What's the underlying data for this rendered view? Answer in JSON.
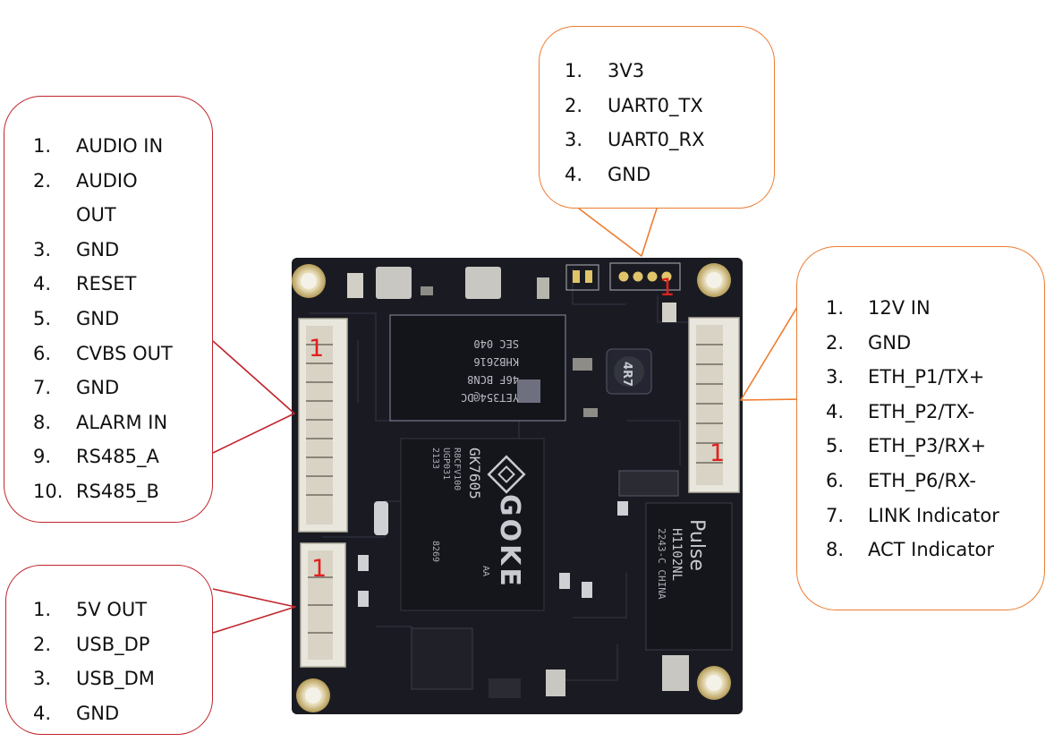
{
  "colors": {
    "left_callout_border": "#c0262c",
    "right_callout_border": "#ed7d31",
    "pin1_marker": "#e0201f",
    "pcb": "#1a1b22"
  },
  "callouts": {
    "sensor_connector": {
      "pins": [
        {
          "num": "1.",
          "label": "AUDIO IN"
        },
        {
          "num": "2.",
          "label": "AUDIO OUT"
        },
        {
          "num": "3.",
          "label": "GND"
        },
        {
          "num": "4.",
          "label": "RESET"
        },
        {
          "num": "5.",
          "label": "GND"
        },
        {
          "num": "6.",
          "label": "CVBS OUT"
        },
        {
          "num": "7.",
          "label": "GND"
        },
        {
          "num": "8.",
          "label": "ALARM IN"
        },
        {
          "num": "9.",
          "label": "RS485_A"
        },
        {
          "num": "10.",
          "label": "RS485_B"
        }
      ]
    },
    "usb_connector": {
      "pins": [
        {
          "num": "1.",
          "label": "5V OUT"
        },
        {
          "num": "2.",
          "label": "USB_DP"
        },
        {
          "num": "3.",
          "label": "USB_DM"
        },
        {
          "num": "4.",
          "label": "GND"
        }
      ]
    },
    "uart_connector": {
      "pins": [
        {
          "num": "1.",
          "label": "3V3"
        },
        {
          "num": "2.",
          "label": "UART0_TX"
        },
        {
          "num": "3.",
          "label": "UART0_RX"
        },
        {
          "num": "4.",
          "label": "GND"
        }
      ]
    },
    "power_eth_connector": {
      "pins": [
        {
          "num": "1.",
          "label": "12V IN"
        },
        {
          "num": "2.",
          "label": "GND"
        },
        {
          "num": "3.",
          "label": "ETH_P1/TX+"
        },
        {
          "num": "4.",
          "label": "ETH_P2/TX-"
        },
        {
          "num": "5.",
          "label": "ETH_P3/RX+"
        },
        {
          "num": "6.",
          "label": "ETH_P6/RX-"
        },
        {
          "num": "7.",
          "label": "LINK Indicator"
        },
        {
          "num": "8.",
          "label": "ACT Indicator"
        }
      ]
    }
  },
  "board": {
    "pin1_markers": [
      "1",
      "1",
      "1",
      "1"
    ],
    "chips": {
      "memory": {
        "lines": [
          "YET354@DC",
          "46F BCN8",
          "KHB2616",
          "SEC 040"
        ]
      },
      "soc": {
        "brand": "GOKE",
        "model": "GK7605",
        "lines": [
          "R8CFV100",
          "UGP031",
          "2133",
          "8269",
          "AA"
        ]
      },
      "inductor": {
        "text": "4R7"
      },
      "transformer": {
        "brand": "Pulse",
        "model": "H1102NL",
        "lines": [
          "2243-C CHINA"
        ]
      }
    }
  }
}
